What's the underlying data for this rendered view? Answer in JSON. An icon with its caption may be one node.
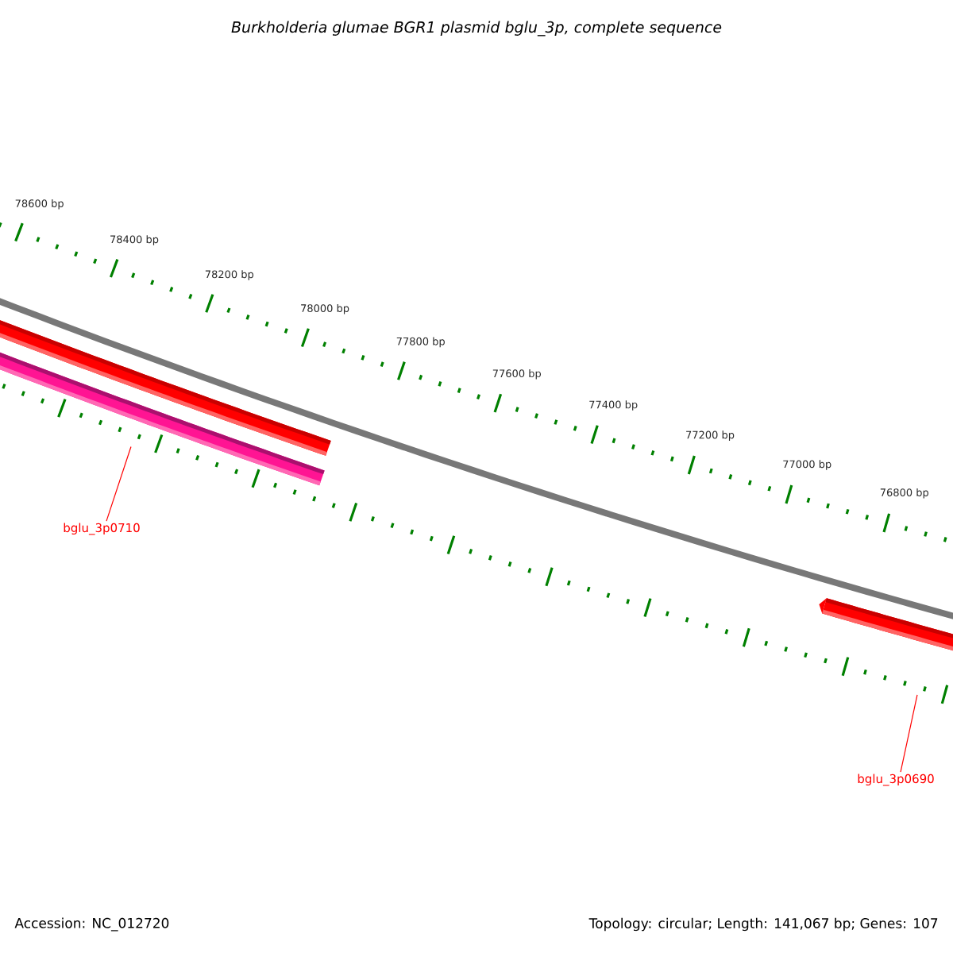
{
  "diagram": {
    "title": "Burkholderia glumae BGR1 plasmid bglu_3p, complete sequence",
    "nodes": [
      {
        "text": [
          "bglu_3p0710"
        ]
      },
      {
        "text": [],
        "shape": "bar"
      },
      {
        "text": [
          "bglu_3p0690"
        ]
      },
      {
        "text": [],
        "shape": "bar"
      }
    ],
    "edges": [
      {
        "from": 0,
        "to": 1,
        "arrow": "none"
      },
      {
        "from": 2,
        "to": 3,
        "arrow": "none"
      }
    ],
    "labels": [
      "78600 bp",
      "78400 bp",
      "78200 bp",
      "78000 bp",
      "77800 bp",
      "77600 bp",
      "77400 bp",
      "77200 bp",
      "77000 bp",
      "76800 bp",
      "Accession: NC_012720",
      "Topology: circular; Length: 141,067 bp; Genes: 107"
    ]
  }
}
